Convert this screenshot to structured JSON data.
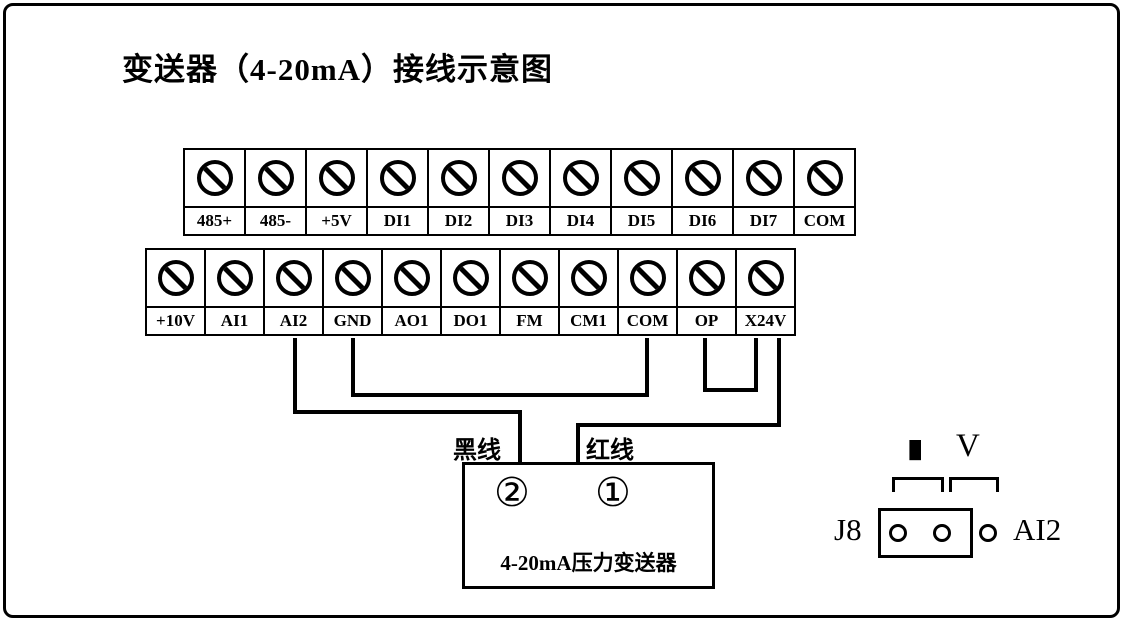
{
  "title": "变送器（4-20mA）接线示意图",
  "terminal_strips": {
    "top": [
      "485+",
      "485-",
      "+5V",
      "DI1",
      "DI2",
      "DI3",
      "DI4",
      "DI5",
      "DI6",
      "DI7",
      "COM"
    ],
    "bottom": [
      "+10V",
      "AI1",
      "AI2",
      "GND",
      "AO1",
      "DO1",
      "FM",
      "CM1",
      "COM",
      "OP",
      "X24V"
    ]
  },
  "wire_labels": {
    "black": "黑线",
    "red": "红线"
  },
  "transmitter": {
    "terminal_2": "②",
    "terminal_1": "①",
    "name": "4-20mA压力变送器"
  },
  "jumper": {
    "current_mode": "I",
    "voltage_mode": "V",
    "connector": "J8",
    "channel": "AI2"
  },
  "icons": {
    "screw": "screw-terminal-icon"
  },
  "colors": {
    "line": "#000000",
    "background": "#ffffff"
  }
}
